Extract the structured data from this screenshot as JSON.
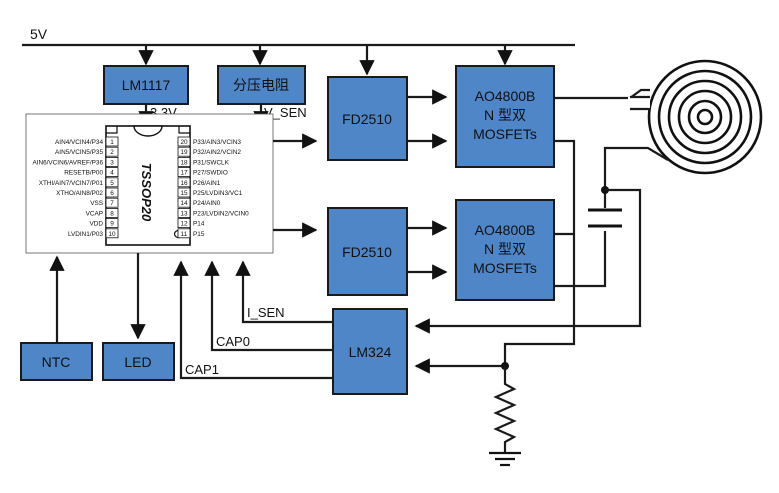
{
  "rails": {
    "supply": "5V",
    "supply_3v3": "3.3V",
    "v_sen": "V_SEN",
    "i_sen": "I_SEN",
    "cap0": "CAP0",
    "cap1": "CAP1"
  },
  "blocks": {
    "ldo": "LM1117",
    "divider": "分压电阻",
    "driver_top": "FD2510",
    "driver_bottom": "FD2510",
    "mosfet_top": [
      "AO4800B",
      "N 型双",
      "MOSFETs"
    ],
    "mosfet_bottom": [
      "AO4800B",
      "N 型双",
      "MOSFETs"
    ],
    "opamp": "LM324",
    "ntc": "NTC",
    "led": "LED"
  },
  "mcu": {
    "package": "TSSOP20",
    "pins_left": [
      {
        "name": "AIN4/VCIN4/P34",
        "num": "1"
      },
      {
        "name": "AIN5/VCIN5/P35",
        "num": "2"
      },
      {
        "name": "AIN6/VCIN6/AVREF/P36",
        "num": "3"
      },
      {
        "name": "RESETB/P00",
        "num": "4"
      },
      {
        "name": "XTHI/AIN7/VCIN7/P01",
        "num": "5"
      },
      {
        "name": "XTHO/AIN8/P02",
        "num": "6"
      },
      {
        "name": "VSS",
        "num": "7"
      },
      {
        "name": "VCAP",
        "num": "8"
      },
      {
        "name": "VDD",
        "num": "9"
      },
      {
        "name": "LVDIN1/P03",
        "num": "10"
      }
    ],
    "pins_right": [
      {
        "num": "20",
        "name": "P33/AIN3/VCIN3"
      },
      {
        "num": "19",
        "name": "P32/AIN2/VCIN2"
      },
      {
        "num": "18",
        "name": "P31/SWCLK"
      },
      {
        "num": "17",
        "name": "P27/SWDIO"
      },
      {
        "num": "16",
        "name": "P26/AIN1"
      },
      {
        "num": "15",
        "name": "P25/LVDIN3/VC1"
      },
      {
        "num": "14",
        "name": "P24/AIN0"
      },
      {
        "num": "13",
        "name": "P23/LVDIN2/VCIN0"
      },
      {
        "num": "12",
        "name": "P14"
      },
      {
        "num": "11",
        "name": "P15"
      }
    ]
  }
}
